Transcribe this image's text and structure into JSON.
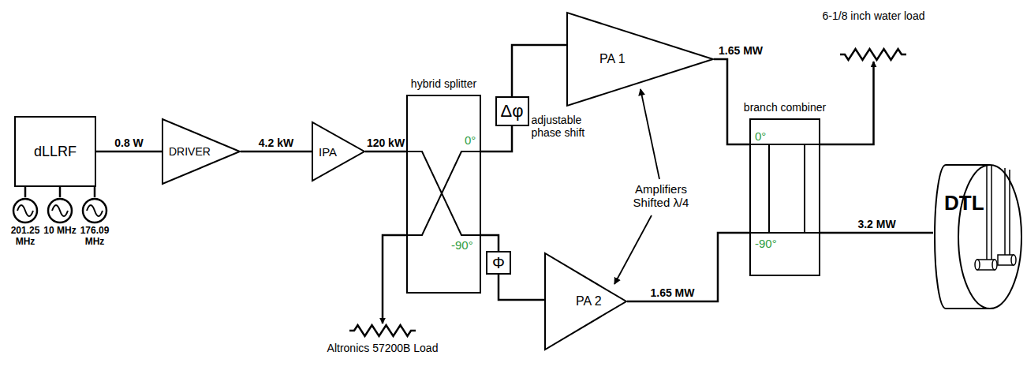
{
  "diagram": {
    "nodes": [
      {
        "text": [
          "dLLRF"
        ]
      },
      {
        "text": [
          "201.25 MHz"
        ]
      },
      {
        "text": [
          "10 MHz"
        ]
      },
      {
        "text": [
          "176.09 MHz"
        ]
      },
      {
        "text": [
          "DRIVER"
        ]
      },
      {
        "text": [
          "IPA"
        ]
      },
      {
        "text": [
          "hybrid splitter"
        ]
      },
      {
        "text": [
          "Altronics 57200B Load"
        ]
      },
      {
        "text": [
          "Δφ",
          "adjustable phase shift"
        ]
      },
      {
        "text": [
          "Φ"
        ]
      },
      {
        "text": [
          "PA 1"
        ]
      },
      {
        "text": [
          "PA 2"
        ]
      },
      {
        "text": [
          "branch combiner"
        ]
      },
      {
        "text": [
          "6-1/8 inch water load"
        ]
      },
      {
        "text": [
          "DTL"
        ]
      }
    ],
    "edges": [
      {
        "from": 1,
        "to": 0,
        "arrow": "none"
      },
      {
        "from": 2,
        "to": 0,
        "arrow": "none"
      },
      {
        "from": 3,
        "to": 0,
        "arrow": "none"
      },
      {
        "from": 0,
        "to": 4,
        "label": "0.8 W",
        "arrow": "none"
      },
      {
        "from": 4,
        "to": 5,
        "label": "4.2 kW",
        "arrow": "none"
      },
      {
        "from": 5,
        "to": 6,
        "label": "120 kW",
        "arrow": "none"
      },
      {
        "from": 6,
        "to": 7,
        "arrow": "to"
      },
      {
        "from": 6,
        "to": 8,
        "arrow": "none"
      },
      {
        "from": 8,
        "to": 10,
        "arrow": "none"
      },
      {
        "from": 6,
        "to": 9,
        "arrow": "none"
      },
      {
        "from": 9,
        "to": 11,
        "arrow": "none"
      },
      {
        "from": 10,
        "to": 12,
        "label": "1.65 MW",
        "arrow": "none"
      },
      {
        "from": 11,
        "to": 12,
        "label": "1.65 MW",
        "arrow": "none"
      },
      {
        "from": 12,
        "to": 13,
        "arrow": "to"
      },
      {
        "from": 12,
        "to": 14,
        "label": "3.2 MW",
        "arrow": "none"
      }
    ],
    "labels": [
      "0°",
      "-90°",
      "0°",
      "-90°",
      "Amplifiers Shifted λ/4"
    ]
  }
}
